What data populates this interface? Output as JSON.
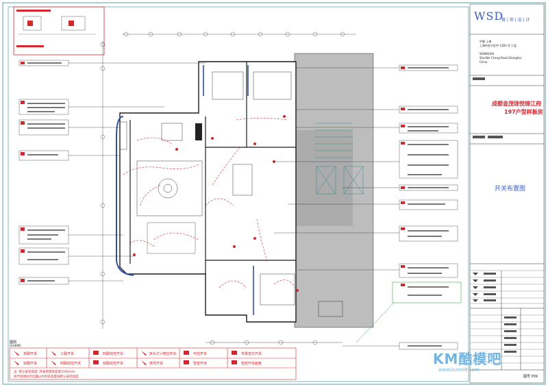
{
  "titleblock": {
    "logo": "WSD",
    "logo_sub": "首 | 世 | 设 | 计",
    "address_cn_1": "中国 上海",
    "address_cn_2": "上海市长宁区中 12B3 号 1 层",
    "address_en_1": "SHANGHAI",
    "address_en_2": "Sha-Nei Chang Road,Shanghai,",
    "address_en_3": "China",
    "project_name_1": "成都金茂珑悦锦江府",
    "project_name_2": "197户型样板房",
    "drawing_title": "开关布置图",
    "page": "图号 P09"
  },
  "legend": {
    "title": "图例",
    "subtitle": "LEGEND",
    "items": [
      "单联开关",
      "双联开关",
      "三联开关",
      "四联双控开关",
      "四联双控开关",
      "双联双控开关",
      "床头灯+感应开关",
      "排风开关",
      "可控开关",
      "智能开关",
      "背景音乐开关",
      "智能开关面板"
    ],
    "notes_1": "注: 默认安装高度: 开关底距地高度1300mm",
    "notes_2": "除卡如图标示位置以外所有高度按默认安装高度"
  },
  "watermark": {
    "brand": "KM酷模吧",
    "url": "www.kumo9.com"
  }
}
